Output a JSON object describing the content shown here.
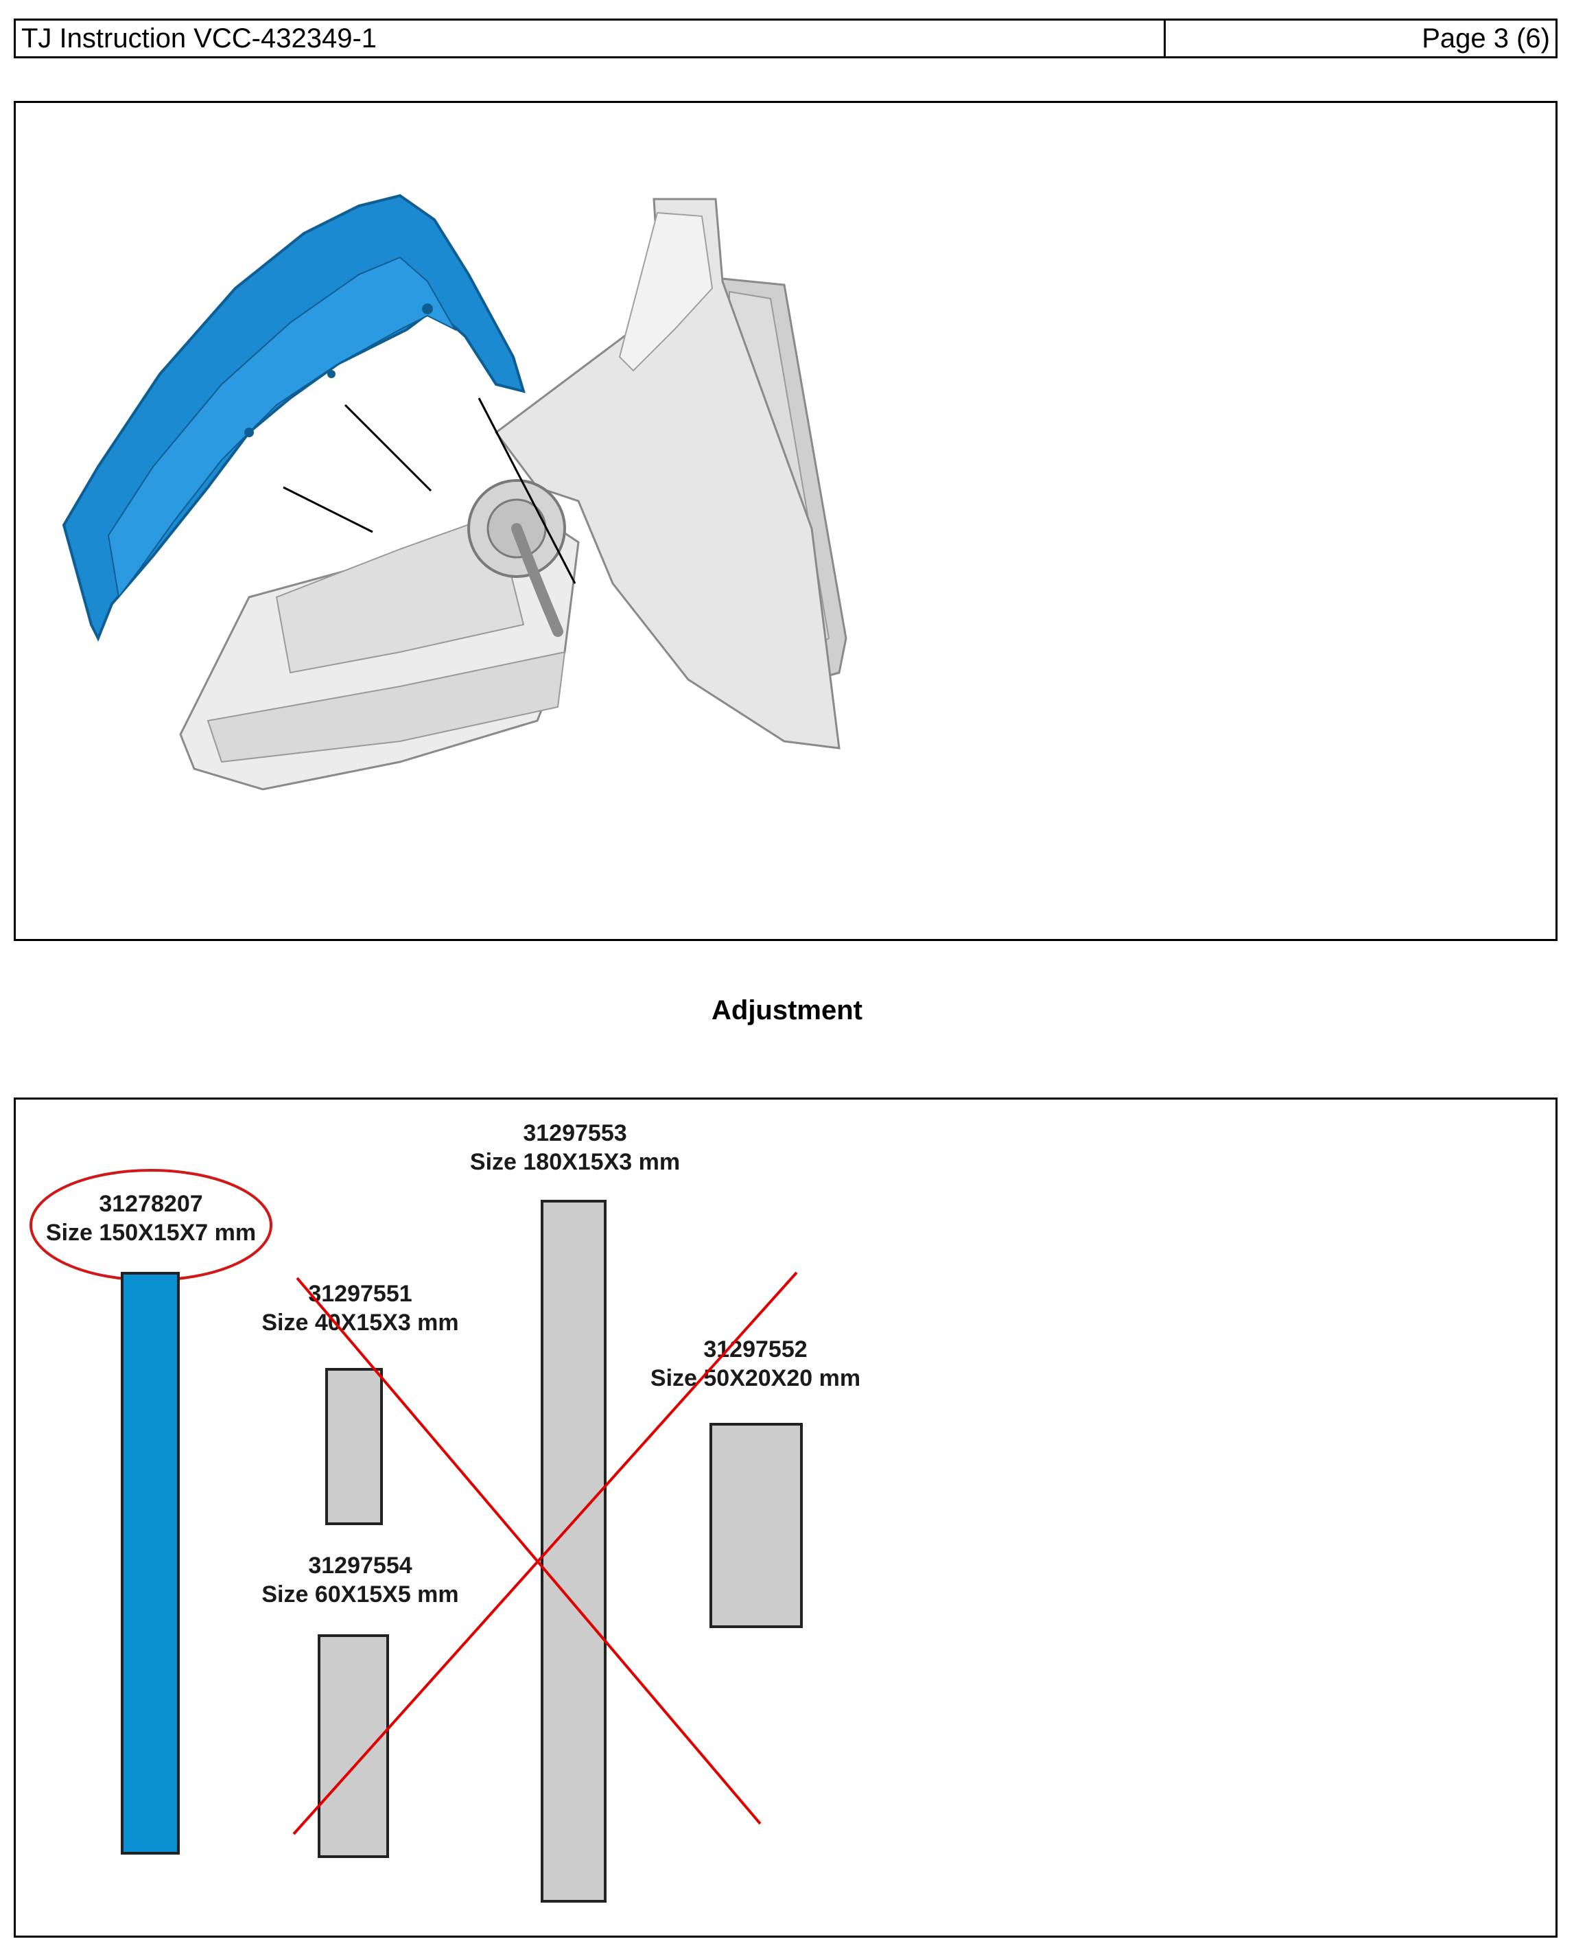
{
  "header": {
    "title": "TJ Instruction VCC-432349-1",
    "page": "Page 3 (6)"
  },
  "section": {
    "title": "Adjustment"
  },
  "parts": [
    {
      "number": "31278207",
      "size": "Size 150X15X7 mm"
    },
    {
      "number": "31297553",
      "size": "Size 180X15X3 mm"
    },
    {
      "number": "31297551",
      "size": "Size 40X15X3 mm"
    },
    {
      "number": "31297552",
      "size": "Size 50X20X20 mm"
    },
    {
      "number": "31297554",
      "size": "Size 60X15X5 mm"
    }
  ],
  "colors": {
    "selected_part": "#0a8fd0",
    "other_part": "#cccccc",
    "highlight_ring": "#d01818",
    "cross": "#e00000",
    "mirror_cover": "#1b8ad0",
    "mirror_body": "#e6e6e6"
  }
}
